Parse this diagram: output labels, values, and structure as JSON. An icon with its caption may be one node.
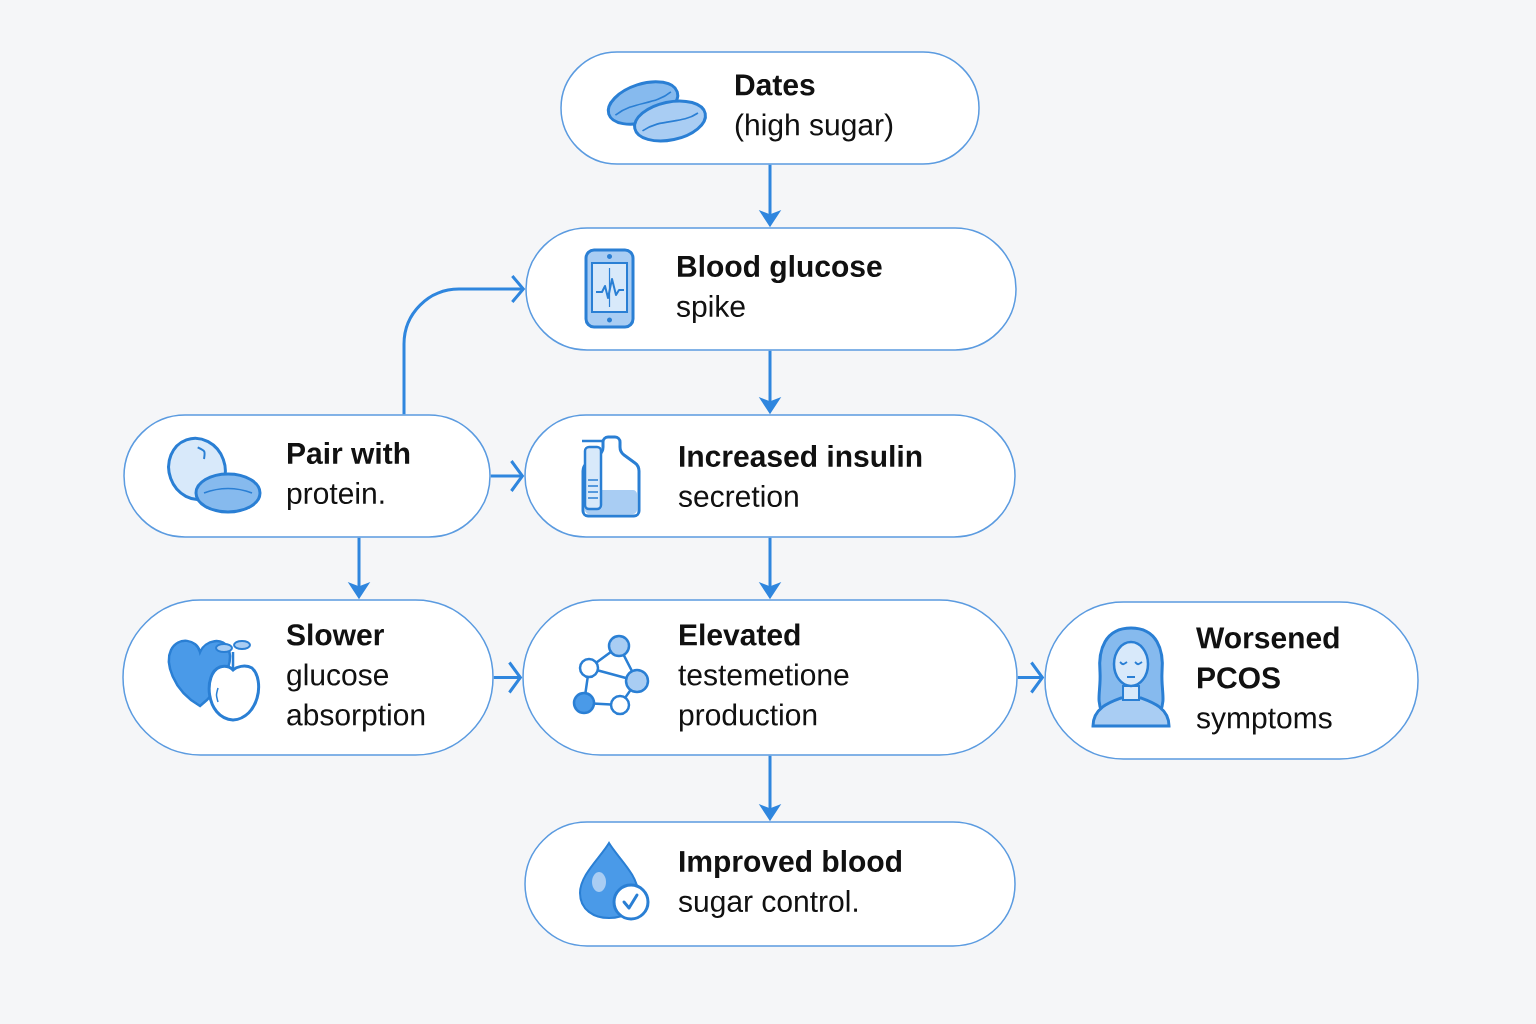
{
  "diagram": {
    "nodes": [
      {
        "text": [
          "Dates",
          "(high sugar)"
        ]
      },
      {
        "text": [
          "Blood glucose",
          "spike"
        ]
      },
      {
        "text": [
          "Pair with",
          "protein."
        ]
      },
      {
        "text": [
          "Increased insulin",
          "secretion"
        ]
      },
      {
        "text": [
          "Slower",
          "glucose absorption"
        ]
      },
      {
        "text": [
          "Elevated",
          "testemetione production"
        ]
      },
      {
        "text": [
          "Worsened PCOS",
          "symptoms"
        ]
      },
      {
        "text": [
          "Improved blood",
          "sugar control."
        ]
      }
    ],
    "edges": [
      {
        "from": 0,
        "to": 1,
        "arrow": "to"
      },
      {
        "from": 1,
        "to": 3,
        "arrow": "to"
      },
      {
        "from": 2,
        "to": 1,
        "arrow": "to"
      },
      {
        "from": 2,
        "to": 3,
        "arrow": "to"
      },
      {
        "from": 2,
        "to": 4,
        "arrow": "to"
      },
      {
        "from": 3,
        "to": 5,
        "arrow": "to"
      },
      {
        "from": 4,
        "to": 5,
        "arrow": "to"
      },
      {
        "from": 5,
        "to": 6,
        "arrow": "to"
      },
      {
        "from": 5,
        "to": 7,
        "arrow": "to"
      }
    ]
  }
}
